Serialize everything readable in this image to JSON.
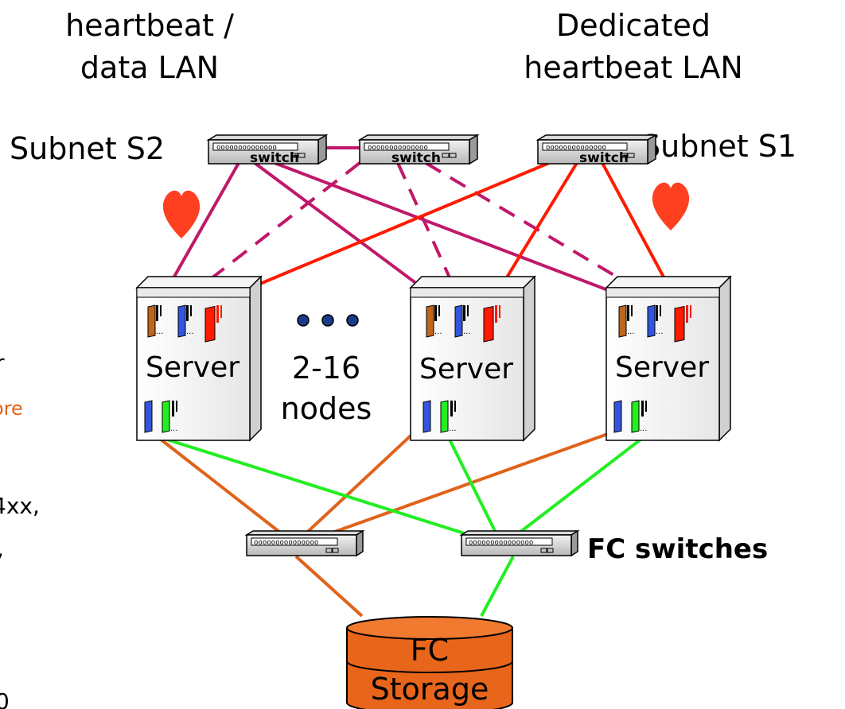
{
  "titles": {
    "left": [
      "heartbeat /",
      "data LAN"
    ],
    "right": [
      "Dedicated",
      "heartbeat LAN"
    ]
  },
  "subnets": {
    "left": "Subnet S2",
    "right": "Subnet S1"
  },
  "switch_label": "switch",
  "server_label": "Server",
  "nodes_label": [
    "2-16",
    "nodes"
  ],
  "fc_switches_label": "FC switches",
  "storage_label": {
    "top": "FC",
    "bottom": "Storage"
  },
  "left_fragments": [
    "r",
    "ore",
    "4xx,",
    ",",
    "0"
  ],
  "colors": {
    "heartbeat_data": "#c0186a",
    "dedicated_heartbeat": "#ff1a00",
    "fc_orange": "#e0631a",
    "fc_green": "#22ee22",
    "heart": "#ff4020",
    "storage_fill": "#e8651c",
    "nic_brown": "#c0651a",
    "nic_blue": "#3355dd",
    "fragment_orange": "#e0631a"
  }
}
